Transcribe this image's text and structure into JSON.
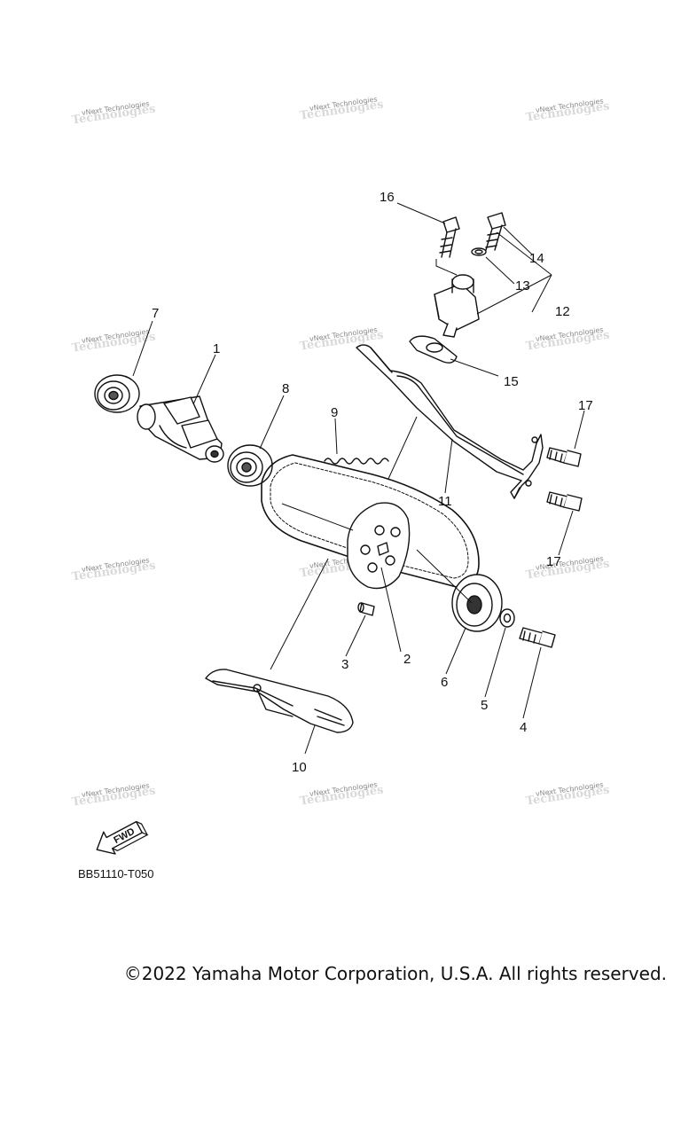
{
  "diagram": {
    "part_labels": [
      {
        "id": "1",
        "text": "1"
      },
      {
        "id": "2",
        "text": "2"
      },
      {
        "id": "3",
        "text": "3"
      },
      {
        "id": "4",
        "text": "4"
      },
      {
        "id": "5",
        "text": "5"
      },
      {
        "id": "6",
        "text": "6"
      },
      {
        "id": "7",
        "text": "7"
      },
      {
        "id": "8",
        "text": "8"
      },
      {
        "id": "9",
        "text": "9"
      },
      {
        "id": "10",
        "text": "10"
      },
      {
        "id": "11",
        "text": "11"
      },
      {
        "id": "12",
        "text": "12"
      },
      {
        "id": "13",
        "text": "13"
      },
      {
        "id": "14",
        "text": "14"
      },
      {
        "id": "15",
        "text": "15"
      },
      {
        "id": "16",
        "text": "16"
      },
      {
        "id": "17a",
        "text": "17"
      },
      {
        "id": "17b",
        "text": "17"
      }
    ],
    "watermark_text": "vNext Technologies",
    "fwd_label": "FWD",
    "diagram_code": "BB51110-T050",
    "copyright": "©2022 Yamaha Motor Corporation, U.S.A. All rights reserved."
  },
  "colors": {
    "ink": "#111111",
    "watermark": "#8c8c8c",
    "background": "#ffffff"
  },
  "icons": {
    "fwd": "fwd-arrow-icon"
  }
}
